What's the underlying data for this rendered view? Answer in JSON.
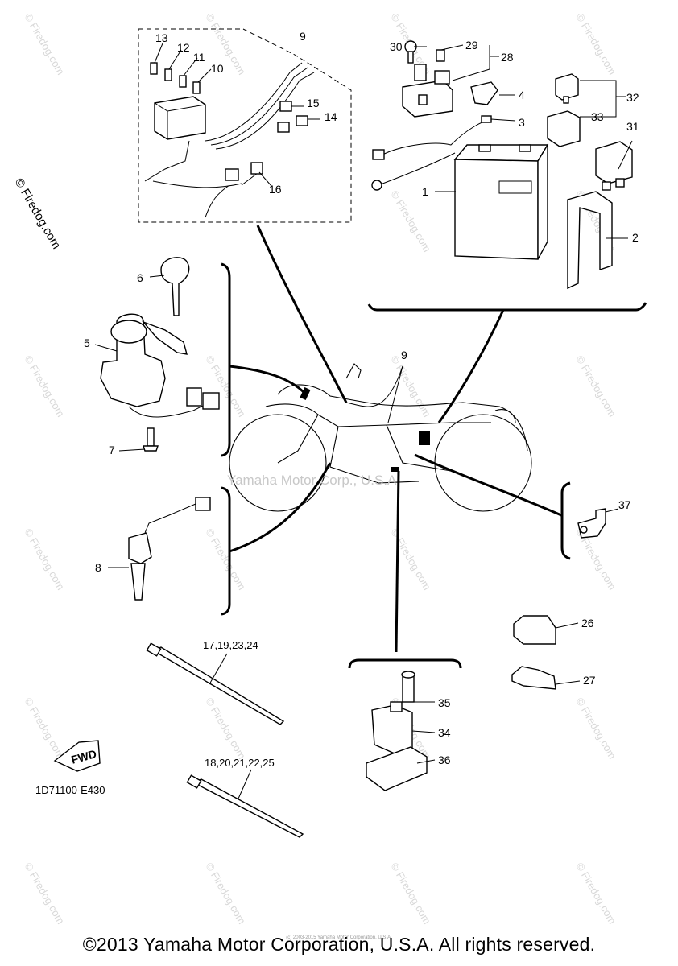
{
  "watermark": {
    "text": "© Firedog.com",
    "center_text": "Yamaha Motor Corp., U.S.A."
  },
  "diagram_code": "1D71100-E430",
  "fwd_label": "FWD",
  "copyright": "©2013 Yamaha Motor Corporation, U.S.A. All rights reserved.",
  "small_print": "(c) 2003-2015 Yamaha Motor Corporation, U.S.A.",
  "callouts": {
    "c1": "1",
    "c2": "2",
    "c3": "3",
    "c4": "4",
    "c5": "5",
    "c6": "6",
    "c7": "7",
    "c8": "8",
    "c9a": "9",
    "c9b": "9",
    "c10": "10",
    "c11": "11",
    "c12": "12",
    "c13": "13",
    "c14": "14",
    "c15": "15",
    "c16": "16",
    "c17": "17,19,23,24",
    "c18": "18,20,21,22,25",
    "c26": "26",
    "c27": "27",
    "c28": "28",
    "c29": "29",
    "c30": "30",
    "c31": "31",
    "c32": "32",
    "c33": "33",
    "c34": "34",
    "c35": "35",
    "c36": "36",
    "c37": "37"
  }
}
